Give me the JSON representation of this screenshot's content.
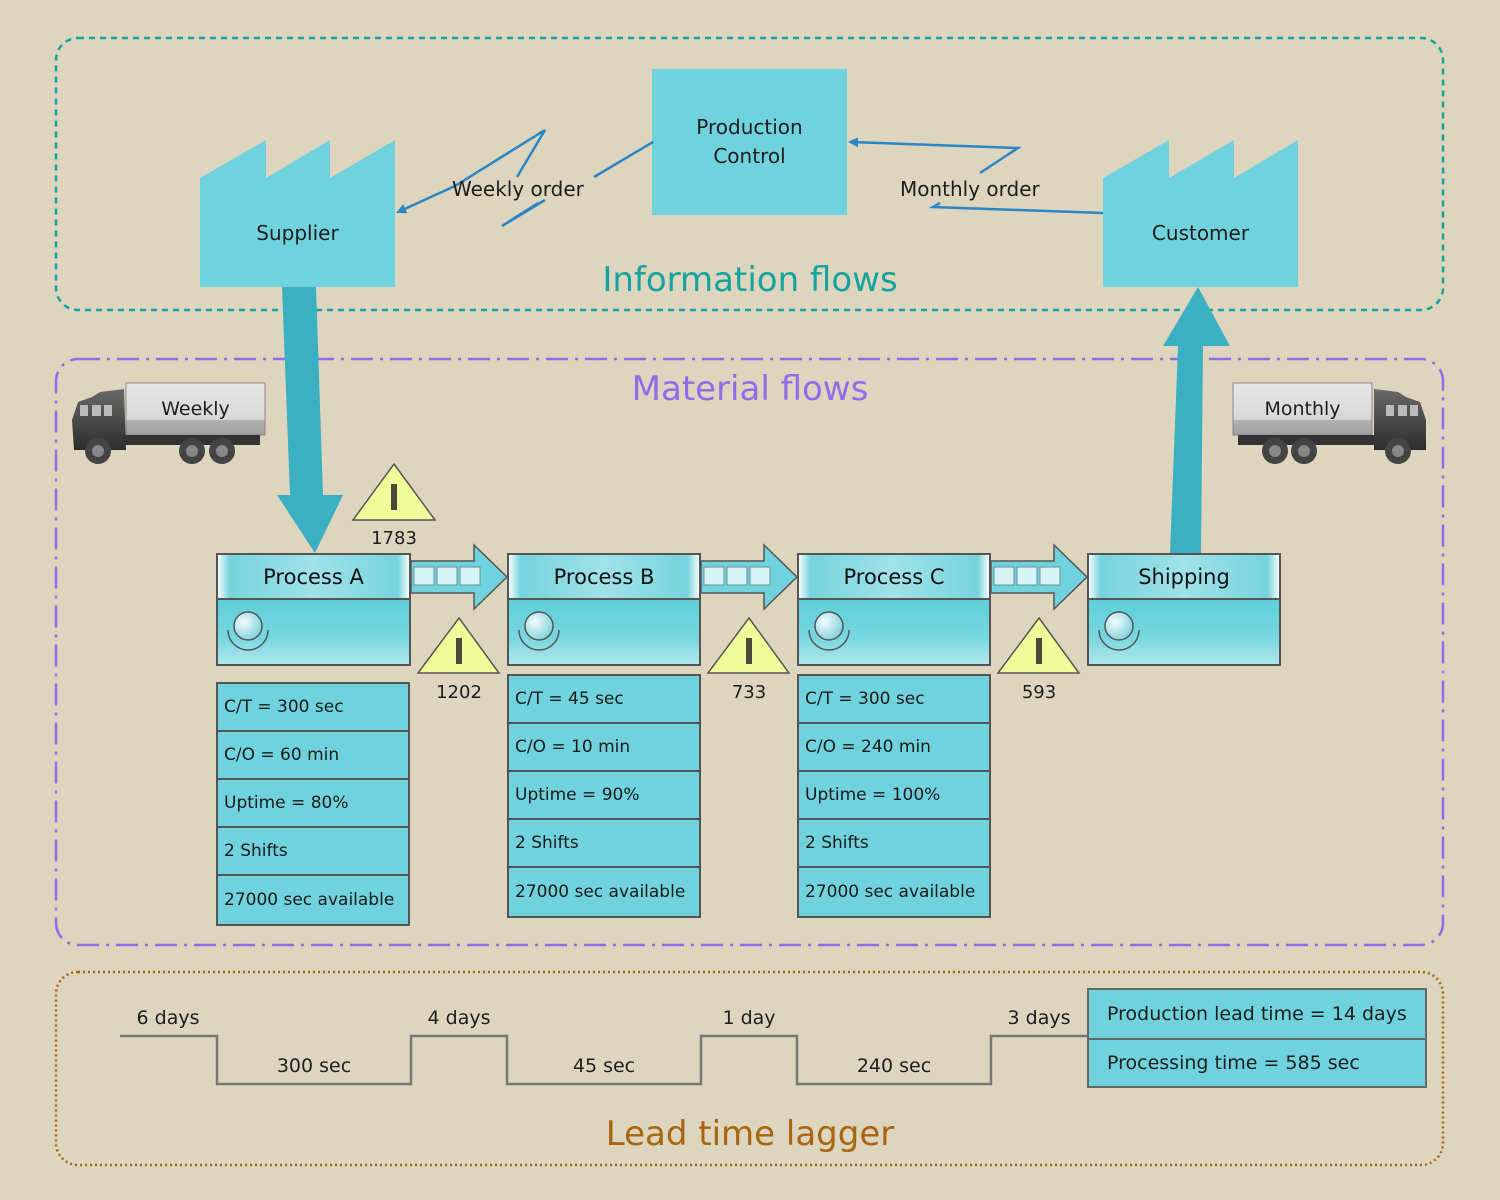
{
  "sections": {
    "information": {
      "title": "Information flows",
      "color": "#14a39f"
    },
    "material": {
      "title": "Material flows",
      "color": "#8b6ee8"
    },
    "lead_time": {
      "title": "Lead time lagger",
      "color": "#a8650f"
    }
  },
  "nodes": {
    "supplier": {
      "label": "Supplier",
      "icon": "factory-icon"
    },
    "customer": {
      "label": "Customer",
      "icon": "factory-icon"
    },
    "production_control": {
      "label_line1": "Production",
      "label_line2": "Control"
    }
  },
  "info_flows": {
    "weekly_order": "Weekly order",
    "monthly_order": "Monthly order"
  },
  "trucks": {
    "inbound": {
      "label": "Weekly",
      "icon": "truck-icon"
    },
    "outbound": {
      "label": "Monthly",
      "icon": "truck-icon"
    }
  },
  "processes": [
    {
      "name": "Process A",
      "icon": "operator-icon",
      "data": [
        "C/T = 300 sec",
        "C/O = 60 min",
        "Uptime = 80%",
        "2 Shifts",
        "27000 sec available"
      ]
    },
    {
      "name": "Process B",
      "icon": "operator-icon",
      "data": [
        "C/T = 45 sec",
        "C/O = 10 min",
        "Uptime = 90%",
        "2 Shifts",
        "27000 sec available"
      ]
    },
    {
      "name": "Process C",
      "icon": "operator-icon",
      "data": [
        "C/T = 300 sec",
        "C/O = 240 min",
        "Uptime = 100%",
        "2 Shifts",
        "27000 sec available"
      ]
    },
    {
      "name": "Shipping",
      "icon": "operator-icon"
    }
  ],
  "inventories": [
    {
      "value": "1783",
      "icon": "inventory-triangle-icon"
    },
    {
      "value": "1202",
      "icon": "inventory-triangle-icon"
    },
    {
      "value": "733",
      "icon": "inventory-triangle-icon"
    },
    {
      "value": "593",
      "icon": "inventory-triangle-icon"
    }
  ],
  "timeline": {
    "wait_times": [
      "6 days",
      "4 days",
      "1 day",
      "3 days"
    ],
    "process_times": [
      "300 sec",
      "45 sec",
      "240 sec"
    ]
  },
  "summary": {
    "production_lead_time": "Production lead time = 14 days",
    "processing_time": "Processing time = 585 sec"
  },
  "colors": {
    "background": "#ded5bf",
    "box_fill": "#6fd2dc",
    "thick_arrow": "#3ab0c2",
    "info_arrow": "#2a86c4",
    "inventory_fill": "#eefc9a"
  }
}
